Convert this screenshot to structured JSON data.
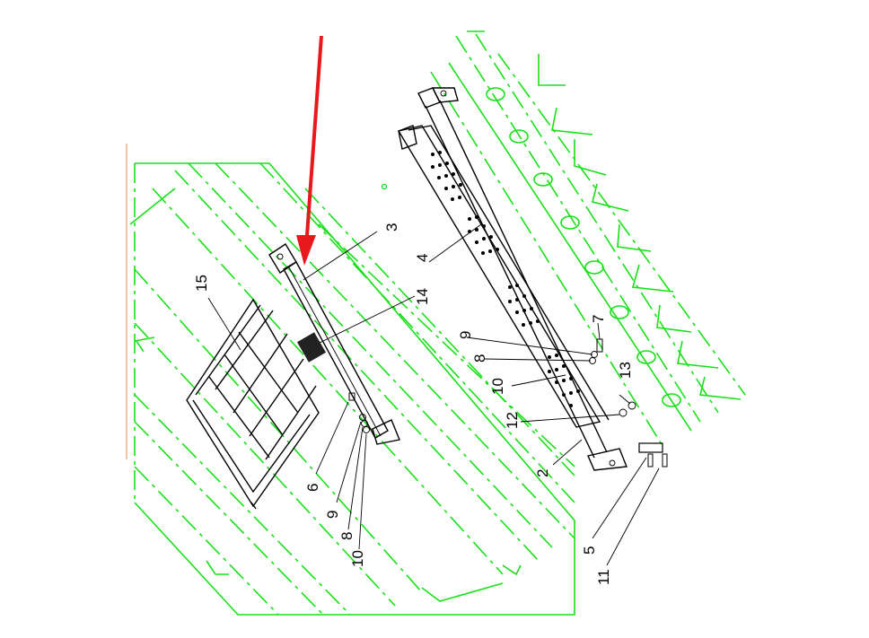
{
  "diagram": {
    "callouts": [
      {
        "id": "c15",
        "text": "15"
      },
      {
        "id": "c3",
        "text": "3"
      },
      {
        "id": "c14",
        "text": "14"
      },
      {
        "id": "c4",
        "text": "4"
      },
      {
        "id": "c7",
        "text": "7"
      },
      {
        "id": "c9a",
        "text": "9"
      },
      {
        "id": "c8a",
        "text": "8"
      },
      {
        "id": "c13",
        "text": "13"
      },
      {
        "id": "c10a",
        "text": "10"
      },
      {
        "id": "c12",
        "text": "12"
      },
      {
        "id": "c2",
        "text": "2"
      },
      {
        "id": "c6",
        "text": "6"
      },
      {
        "id": "c9b",
        "text": "9"
      },
      {
        "id": "c8b",
        "text": "8"
      },
      {
        "id": "c10b",
        "text": "10"
      },
      {
        "id": "c5",
        "text": "5"
      },
      {
        "id": "c11",
        "text": "11"
      }
    ],
    "colors": {
      "arrow": "#e8191c",
      "assembly_context": "#19e019",
      "parts": "#000000",
      "frame_edge": "#f0a070"
    }
  }
}
